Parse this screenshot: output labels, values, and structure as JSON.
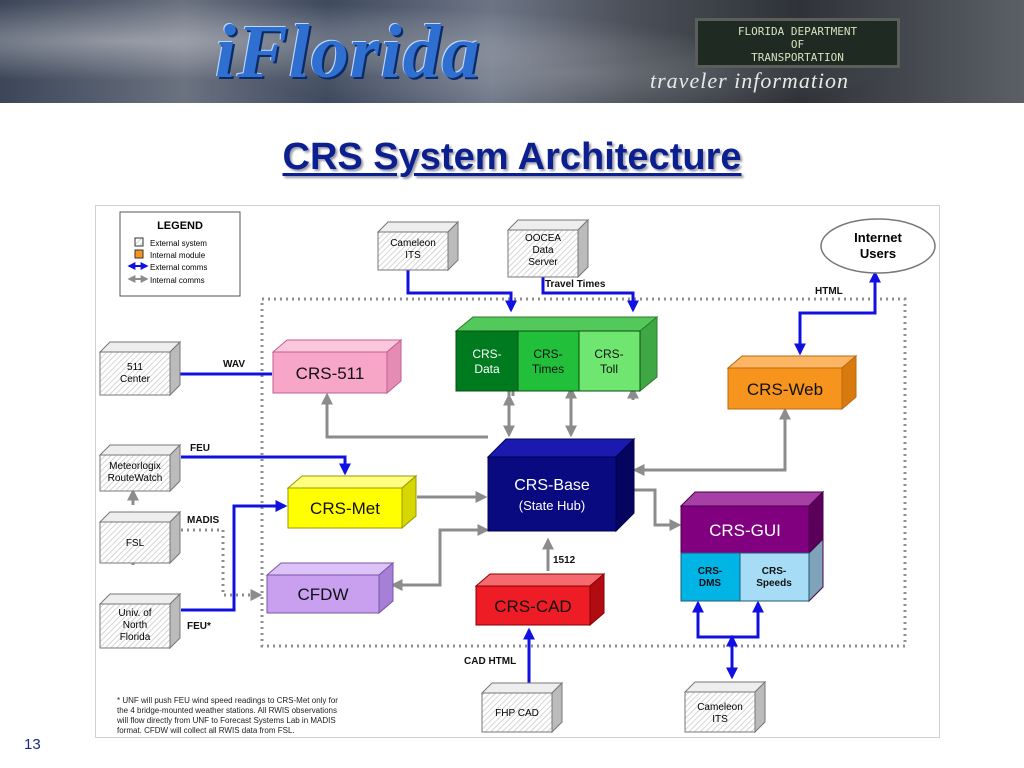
{
  "banner": {
    "logo_text": "iFlorida",
    "sign_lines": [
      "FLORIDA DEPARTMENT",
      "OF",
      "TRANSPORTATION"
    ],
    "tagline": "traveler information"
  },
  "title": "CRS System Architecture",
  "page_number": "13",
  "legend": {
    "heading": "LEGEND",
    "items": [
      "External system",
      "Internal module",
      "External comms",
      "Internal comms"
    ]
  },
  "nodes": {
    "cameleon_top": [
      "Cameleon",
      "ITS"
    ],
    "oocea": [
      "OOCEA",
      "Data",
      "Server"
    ],
    "internet_users": [
      "Internet",
      "Users"
    ],
    "center_511": [
      "511",
      "Center"
    ],
    "meteorlogix": [
      "Meteorlogix",
      "RouteWatch"
    ],
    "fsl": [
      "FSL"
    ],
    "unf": [
      "Univ. of",
      "North",
      "Florida"
    ],
    "fhp_cad": [
      "FHP CAD"
    ],
    "cameleon_bottom": [
      "Cameleon",
      "ITS"
    ],
    "crs_data": [
      "CRS-",
      "Data"
    ],
    "crs_times": [
      "CRS-",
      "Times"
    ],
    "crs_toll": [
      "CRS-",
      "Toll"
    ],
    "crs_511": "CRS-511",
    "crs_web": "CRS-Web",
    "crs_base": [
      "CRS-Base",
      "(State Hub)"
    ],
    "crs_met": "CRS-Met",
    "cfdw": "CFDW",
    "crs_cad": "CRS-CAD",
    "crs_gui": "CRS-GUI",
    "crs_dms": [
      "CRS-",
      "DMS"
    ],
    "crs_speeds": [
      "CRS-",
      "Speeds"
    ]
  },
  "link_labels": {
    "travel_times": "Travel Times",
    "html": "HTML",
    "wav": "WAV",
    "feu": "FEU",
    "madis": "MADIS",
    "feu_star": "FEU*",
    "code_1512": "1512",
    "cad_html": "CAD HTML"
  },
  "footnote": [
    "* UNF will push FEU wind speed readings to CRS-Met only for",
    "the 4 bridge-mounted weather stations. All RWIS observations",
    "will flow directly from UNF to Forecast Systems Lab in MADIS",
    "format. CFDW will collect all RWIS data from FSL."
  ],
  "colors": {
    "external_comms": "#1010e0",
    "internal_comms": "#8c8c8c",
    "crs_511": "#f7a6c8",
    "crs_web": "#f7941d",
    "crs_base": "#0a0a80",
    "crs_met": "#ffff00",
    "cfdw": "#c9a0f0",
    "crs_cad": "#ee1c24",
    "crs_gui": "#800080",
    "crs_dms": "#00b4e6",
    "crs_speeds": "#a6dcf5",
    "crs_data": "#007a1f",
    "crs_times": "#22bf3a",
    "crs_toll": "#6fe66f",
    "title": "#0b1f8f"
  }
}
